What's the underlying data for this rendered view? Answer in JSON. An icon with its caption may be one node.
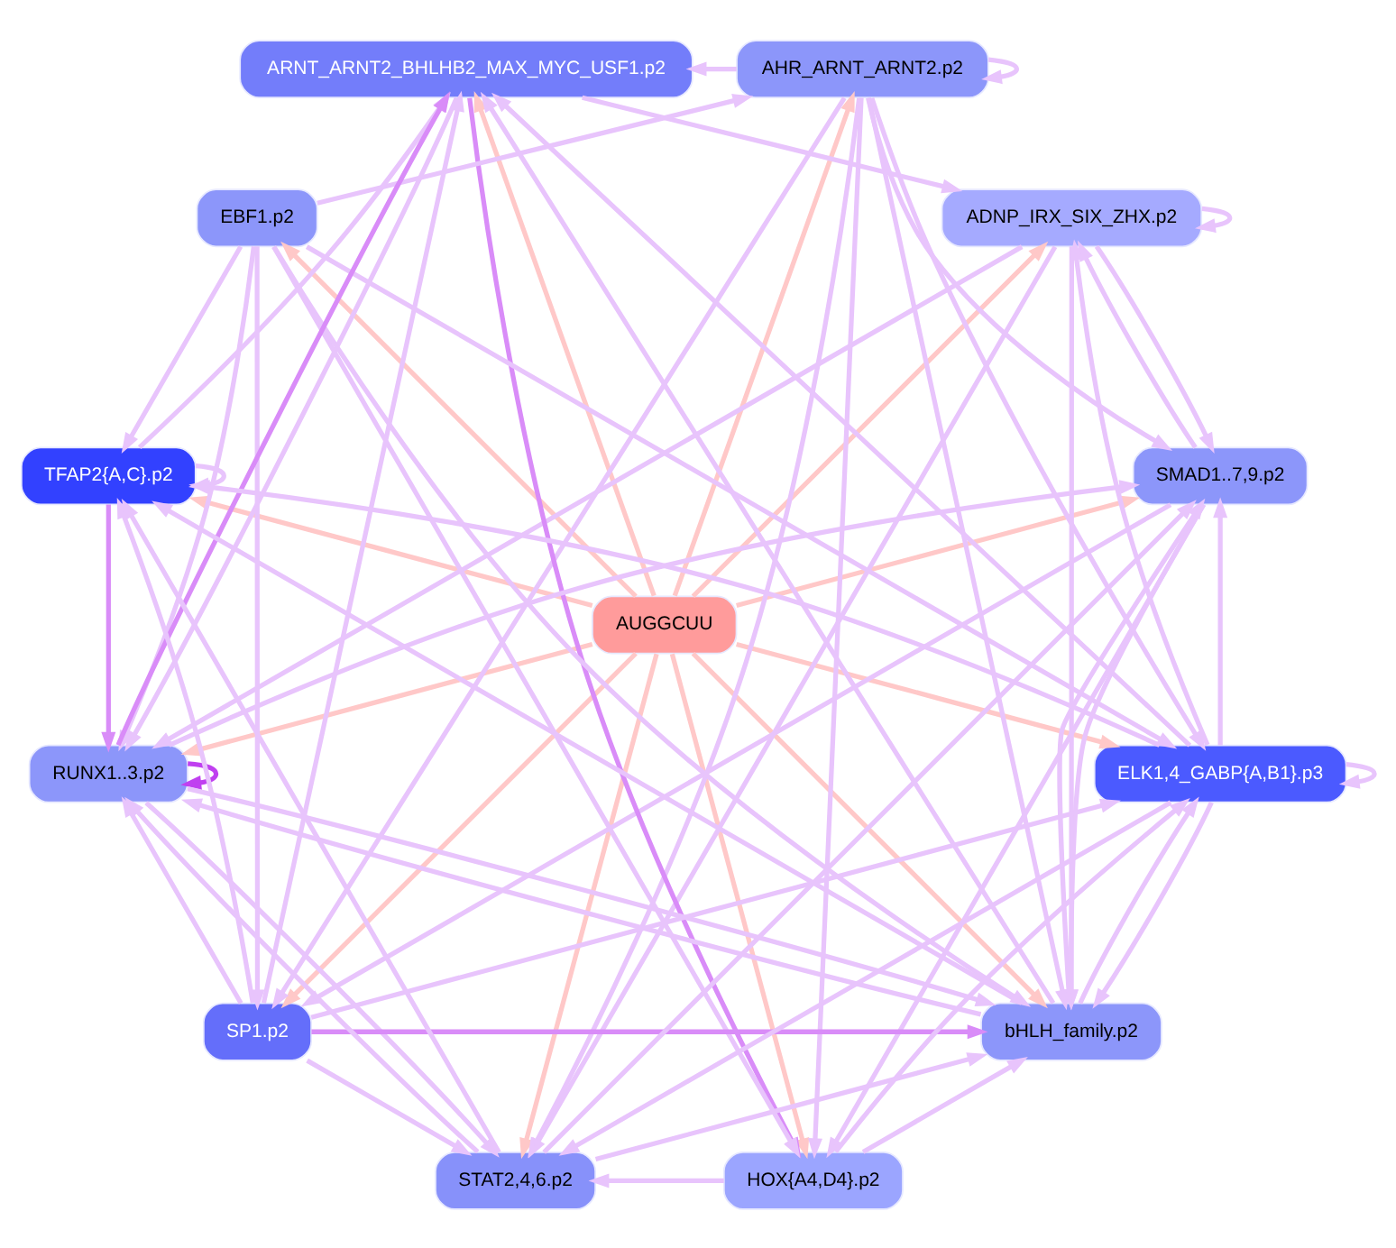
{
  "diagram": {
    "nodes": [
      {
        "text": [
          "AUGGCUU"
        ]
      },
      {
        "text": [
          "SMAD1..7,9.p2"
        ]
      },
      {
        "text": [
          "ADNP_IRX_SIX_ZHX.p2"
        ]
      },
      {
        "text": [
          "AHR_ARNT_ARNT2.p2"
        ]
      },
      {
        "text": [
          "ARNT_ARNT2_BHLHB2_MAX_MYC_USF1.p2"
        ]
      },
      {
        "text": [
          "EBF1.p2"
        ]
      },
      {
        "text": [
          "TFAP2{A,C}.p2"
        ]
      },
      {
        "text": [
          "RUNX1..3.p2"
        ]
      },
      {
        "text": [
          "SP1.p2"
        ]
      },
      {
        "text": [
          "STAT2,4,6.p2"
        ]
      },
      {
        "text": [
          "HOX{A4,D4}.p2"
        ]
      },
      {
        "text": [
          "bHLH_family.p2"
        ]
      },
      {
        "text": [
          "ELK1,4_GABP{A,B1}.p3"
        ]
      }
    ],
    "edges": [
      {
        "from": 0,
        "to": 1,
        "arrow": "to",
        "color": "#ffc8c8"
      },
      {
        "from": 0,
        "to": 2,
        "arrow": "to",
        "color": "#ffc8c8"
      },
      {
        "from": 0,
        "to": 3,
        "arrow": "to",
        "color": "#ffc8c8"
      },
      {
        "from": 0,
        "to": 4,
        "arrow": "to",
        "color": "#ffc8c8"
      },
      {
        "from": 0,
        "to": 5,
        "arrow": "to",
        "color": "#ffc8c8"
      },
      {
        "from": 0,
        "to": 6,
        "arrow": "to",
        "color": "#ffc8c8"
      },
      {
        "from": 0,
        "to": 7,
        "arrow": "to",
        "color": "#ffc8c8"
      },
      {
        "from": 0,
        "to": 8,
        "arrow": "to",
        "color": "#ffc8c8"
      },
      {
        "from": 0,
        "to": 9,
        "arrow": "to",
        "color": "#ffc8c8"
      },
      {
        "from": 0,
        "to": 10,
        "arrow": "to",
        "color": "#ffc8c8"
      },
      {
        "from": 0,
        "to": 11,
        "arrow": "to",
        "color": "#ffc8c8"
      },
      {
        "from": 0,
        "to": 12,
        "arrow": "to",
        "color": "#ffc8c8"
      },
      {
        "from": 1,
        "to": 2,
        "arrow": "to"
      },
      {
        "from": 2,
        "to": 1,
        "arrow": "to"
      },
      {
        "from": 2,
        "to": 2,
        "arrow": "to"
      },
      {
        "from": 3,
        "to": 1,
        "arrow": "to"
      },
      {
        "from": 3,
        "to": 3,
        "arrow": "to"
      },
      {
        "from": 3,
        "to": 4,
        "arrow": "to"
      },
      {
        "from": 4,
        "to": 2,
        "arrow": "to"
      },
      {
        "from": 6,
        "to": 4,
        "arrow": "to"
      },
      {
        "from": 6,
        "to": 6,
        "arrow": "to"
      },
      {
        "from": 8,
        "to": 6,
        "arrow": "to"
      },
      {
        "from": 8,
        "to": 4,
        "arrow": "to"
      },
      {
        "from": 4,
        "to": 10,
        "arrow": "to",
        "color": "#d98cf8"
      },
      {
        "from": 5,
        "to": 3,
        "arrow": "to"
      },
      {
        "from": 5,
        "to": 7,
        "arrow": "to"
      },
      {
        "from": 5,
        "to": 6,
        "arrow": "to"
      },
      {
        "from": 7,
        "to": 7,
        "arrow": "to",
        "color": "#c040f0"
      },
      {
        "from": 6,
        "to": 7,
        "arrow": "to",
        "color": "#d98cf8"
      },
      {
        "from": 8,
        "to": 7,
        "arrow": "to"
      },
      {
        "from": 7,
        "to": 9,
        "arrow": "to"
      },
      {
        "from": 9,
        "to": 7,
        "arrow": "to"
      },
      {
        "from": 7,
        "to": 11,
        "arrow": "to"
      },
      {
        "from": 11,
        "to": 7,
        "arrow": "to"
      },
      {
        "from": 9,
        "to": 11,
        "arrow": "to"
      },
      {
        "from": 12,
        "to": 9,
        "arrow": "to"
      },
      {
        "from": 11,
        "to": 12,
        "arrow": "to"
      },
      {
        "from": 12,
        "to": 11,
        "arrow": "to"
      },
      {
        "from": 12,
        "to": 12,
        "arrow": "to"
      },
      {
        "from": 10,
        "to": 12,
        "arrow": "to"
      },
      {
        "from": 8,
        "to": 12,
        "arrow": "to"
      },
      {
        "from": 8,
        "to": 11,
        "arrow": "to",
        "color": "#d98cf8"
      },
      {
        "from": 1,
        "to": 11,
        "arrow": "to"
      },
      {
        "from": 11,
        "to": 1,
        "arrow": "to"
      },
      {
        "from": 12,
        "to": 1,
        "arrow": "to"
      },
      {
        "from": 12,
        "to": 2,
        "arrow": "to"
      },
      {
        "from": 7,
        "to": 1,
        "arrow": "to"
      },
      {
        "from": 9,
        "to": 1,
        "arrow": "to"
      },
      {
        "from": 7,
        "to": 4,
        "arrow": "to",
        "color": "#d98cf8"
      },
      {
        "from": 12,
        "to": 4,
        "arrow": "to"
      },
      {
        "from": 1,
        "to": 10,
        "arrow": "to"
      },
      {
        "from": 3,
        "to": 10,
        "arrow": "to"
      },
      {
        "from": 3,
        "to": 8,
        "arrow": "to"
      },
      {
        "from": 5,
        "to": 8,
        "arrow": "to"
      },
      {
        "from": 5,
        "to": 10,
        "arrow": "to"
      },
      {
        "from": 11,
        "to": 6,
        "arrow": "to"
      },
      {
        "from": 9,
        "to": 6,
        "arrow": "to"
      },
      {
        "from": 12,
        "to": 6,
        "arrow": "to"
      },
      {
        "from": 1,
        "to": 8,
        "arrow": "to"
      },
      {
        "from": 2,
        "to": 11,
        "arrow": "to"
      },
      {
        "from": 2,
        "to": 9,
        "arrow": "to"
      },
      {
        "from": 2,
        "to": 7,
        "arrow": "to"
      },
      {
        "from": 10,
        "to": 9,
        "arrow": "to"
      },
      {
        "from": 8,
        "to": 9,
        "arrow": "to"
      },
      {
        "from": 3,
        "to": 12,
        "arrow": "to"
      },
      {
        "from": 5,
        "to": 12,
        "arrow": "to"
      },
      {
        "from": 5,
        "to": 11,
        "arrow": "to"
      },
      {
        "from": 3,
        "to": 11,
        "arrow": "to"
      },
      {
        "from": 3,
        "to": 9,
        "arrow": "to"
      },
      {
        "from": 4,
        "to": 7,
        "arrow": "to"
      },
      {
        "from": 11,
        "to": 4,
        "arrow": "to"
      },
      {
        "from": 10,
        "to": 11,
        "arrow": "to"
      }
    ]
  }
}
